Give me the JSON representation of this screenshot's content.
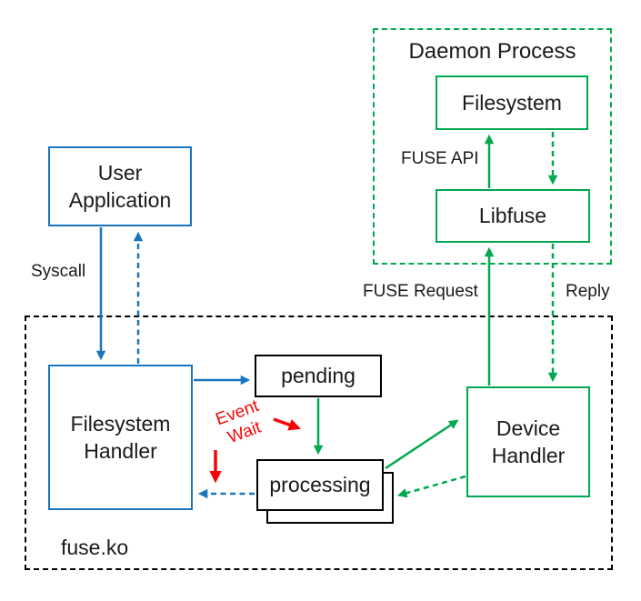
{
  "colors": {
    "blue": "#1b75bc",
    "green": "#00a94f",
    "red": "#f40606",
    "ink": "#000000"
  },
  "daemon": {
    "title": "Daemon Process"
  },
  "boxes": {
    "filesystem": "Filesystem",
    "libfuse": "Libfuse",
    "user_application_line1": "User",
    "user_application_line2": "Application",
    "filesystem_handler_line1": "Filesystem",
    "filesystem_handler_line2": "Handler",
    "device_handler_line1": "Device",
    "device_handler_line2": "Handler",
    "pending": "pending",
    "processing": "processing",
    "fuse_ko": "fuse.ko"
  },
  "labels": {
    "syscall": "Syscall",
    "fuse_api": "FUSE API",
    "fuse_request": "FUSE Request",
    "reply": "Reply",
    "event_wait_line1": "Event",
    "event_wait_line2": "Wait"
  }
}
